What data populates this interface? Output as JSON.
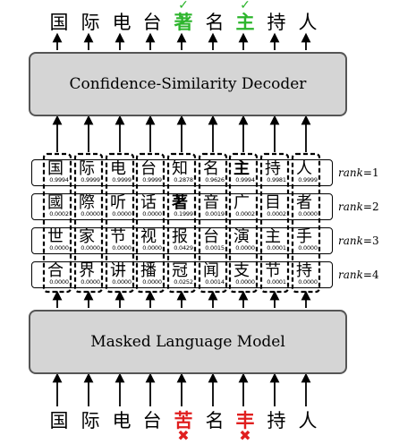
{
  "decoder_label": "Confidence-Similarity Decoder",
  "mlm_label": "Masked Language Model",
  "output_tokens": [
    {
      "char": "国",
      "status": "normal"
    },
    {
      "char": "际",
      "status": "normal"
    },
    {
      "char": "电",
      "status": "normal"
    },
    {
      "char": "台",
      "status": "normal"
    },
    {
      "char": "著",
      "status": "corrected"
    },
    {
      "char": "名",
      "status": "normal"
    },
    {
      "char": "主",
      "status": "corrected"
    },
    {
      "char": "持",
      "status": "normal"
    },
    {
      "char": "人",
      "status": "normal"
    }
  ],
  "input_tokens": [
    {
      "char": "国",
      "status": "normal"
    },
    {
      "char": "际",
      "status": "normal"
    },
    {
      "char": "电",
      "status": "normal"
    },
    {
      "char": "台",
      "status": "normal"
    },
    {
      "char": "苦",
      "status": "error"
    },
    {
      "char": "名",
      "status": "normal"
    },
    {
      "char": "丰",
      "status": "error"
    },
    {
      "char": "持",
      "status": "normal"
    },
    {
      "char": "人",
      "status": "normal"
    }
  ],
  "check_symbol": "✓",
  "cross_symbol": "✖",
  "rank_prefix": "rank",
  "ranks": [
    {
      "label": "=1",
      "cells": [
        {
          "char": "国",
          "prob": "0.9994"
        },
        {
          "char": "际",
          "prob": "0.9999"
        },
        {
          "char": "电",
          "prob": "0.9999"
        },
        {
          "char": "台",
          "prob": "0.9999"
        },
        {
          "char": "知",
          "prob": "0.2878"
        },
        {
          "char": "名",
          "prob": "0.9626"
        },
        {
          "char": "主",
          "prob": "0.9994",
          "bold": true
        },
        {
          "char": "持",
          "prob": "0.9981"
        },
        {
          "char": "人",
          "prob": "0.9999"
        }
      ]
    },
    {
      "label": "=2",
      "cells": [
        {
          "char": "國",
          "prob": "0.0002"
        },
        {
          "char": "際",
          "prob": "0.0000"
        },
        {
          "char": "听",
          "prob": "0.0000"
        },
        {
          "char": "话",
          "prob": "0.0000"
        },
        {
          "char": "著",
          "prob": "0.1999",
          "bold": true
        },
        {
          "char": "音",
          "prob": "0.0019"
        },
        {
          "char": "广",
          "prob": "0.0002"
        },
        {
          "char": "目",
          "prob": "0.0002"
        },
        {
          "char": "者",
          "prob": "0.0000"
        }
      ]
    },
    {
      "label": "=3",
      "cells": [
        {
          "char": "世",
          "prob": "0.0000"
        },
        {
          "char": "家",
          "prob": "0.0000"
        },
        {
          "char": "节",
          "prob": "0.0000"
        },
        {
          "char": "视",
          "prob": "0.0000"
        },
        {
          "char": "报",
          "prob": "0.0429"
        },
        {
          "char": "台",
          "prob": "0.0015"
        },
        {
          "char": "演",
          "prob": "0.0000"
        },
        {
          "char": "主",
          "prob": "0.0001"
        },
        {
          "char": "手",
          "prob": "0.0000"
        }
      ]
    },
    {
      "label": "=4",
      "cells": [
        {
          "char": "合",
          "prob": "0.0000"
        },
        {
          "char": "界",
          "prob": "0.0000"
        },
        {
          "char": "讲",
          "prob": "0.0000"
        },
        {
          "char": "播",
          "prob": "0.0000"
        },
        {
          "char": "冠",
          "prob": "0.0252"
        },
        {
          "char": "闻",
          "prob": "0.0014"
        },
        {
          "char": "支",
          "prob": "0.0000"
        },
        {
          "char": "节",
          "prob": "0.0001"
        },
        {
          "char": "持",
          "prob": "0.0000"
        }
      ]
    }
  ]
}
